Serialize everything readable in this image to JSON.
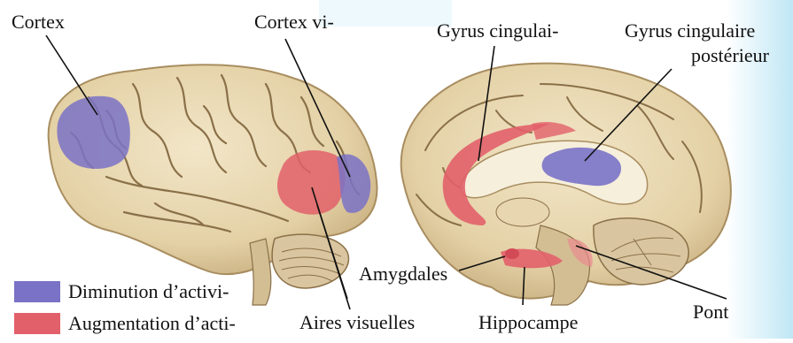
{
  "labels": {
    "cortex": "Cortex",
    "cortex_visuel": "Cortex vi-",
    "gyrus_cingulaire": "Gyrus cingulai-",
    "gyrus_cingulaire_posterieur_1": "Gyrus cingulaire",
    "gyrus_cingulaire_posterieur_2": "postérieur",
    "amygdales": "Amygdales",
    "aires_visuelles": "Aires visuelles",
    "hippocampe": "Hippocampe",
    "pont": "Pont"
  },
  "legend": {
    "decrease": {
      "label": "Diminution d’activi-",
      "color": "#7a72c6"
    },
    "increase": {
      "label": "Augmentation d’acti-",
      "color": "#e2606a"
    }
  },
  "colors": {
    "brain_fill": "#e8d8b2",
    "brain_shadow": "#bfa77a",
    "sulcus": "#8a7048",
    "blue_region": "#7a72c6",
    "red_region": "#e2606a",
    "background_accent": "#bfe7f5"
  }
}
